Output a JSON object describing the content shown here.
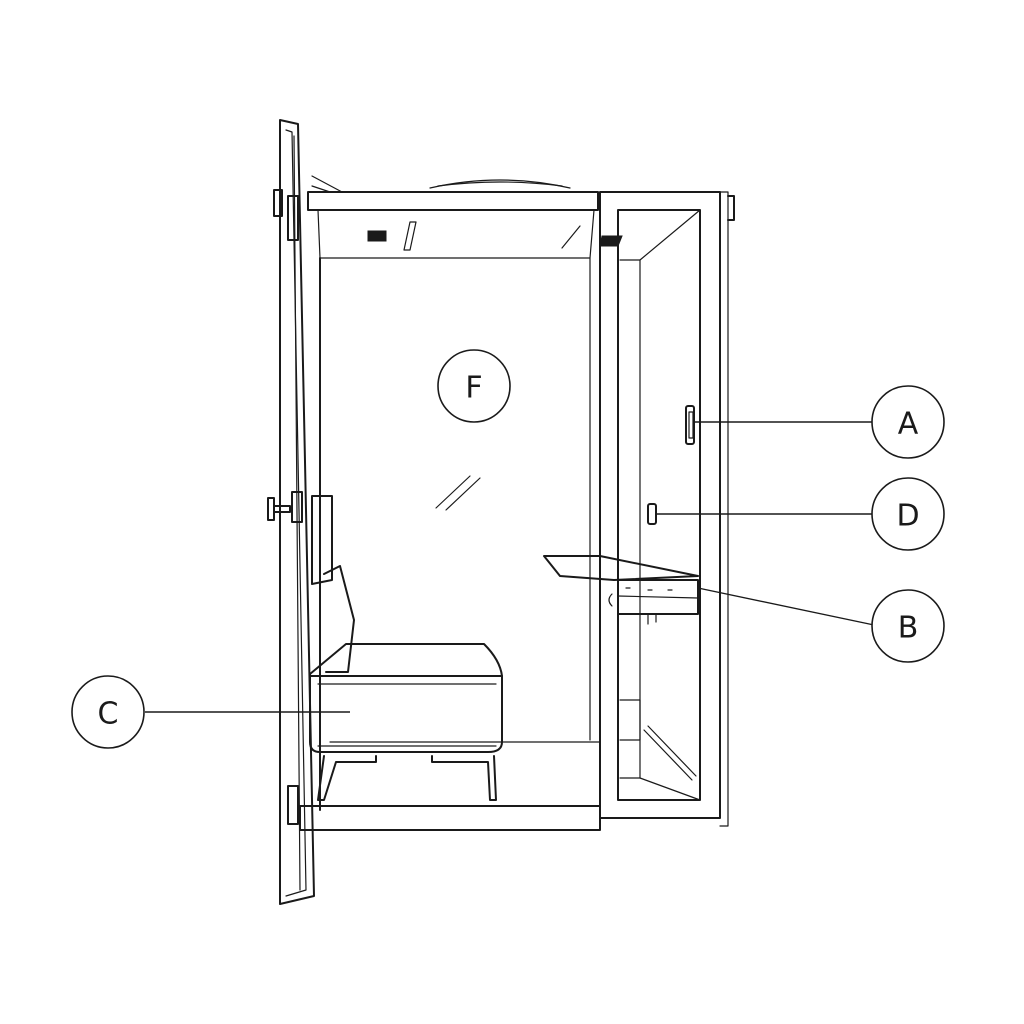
{
  "callouts": [
    {
      "id": "A",
      "label": "A"
    },
    {
      "id": "B",
      "label": "B"
    },
    {
      "id": "C",
      "label": "C"
    },
    {
      "id": "D",
      "label": "D"
    },
    {
      "id": "F",
      "label": "F"
    }
  ],
  "colors": {
    "line": "#1a1a1a",
    "background": "#ffffff"
  }
}
